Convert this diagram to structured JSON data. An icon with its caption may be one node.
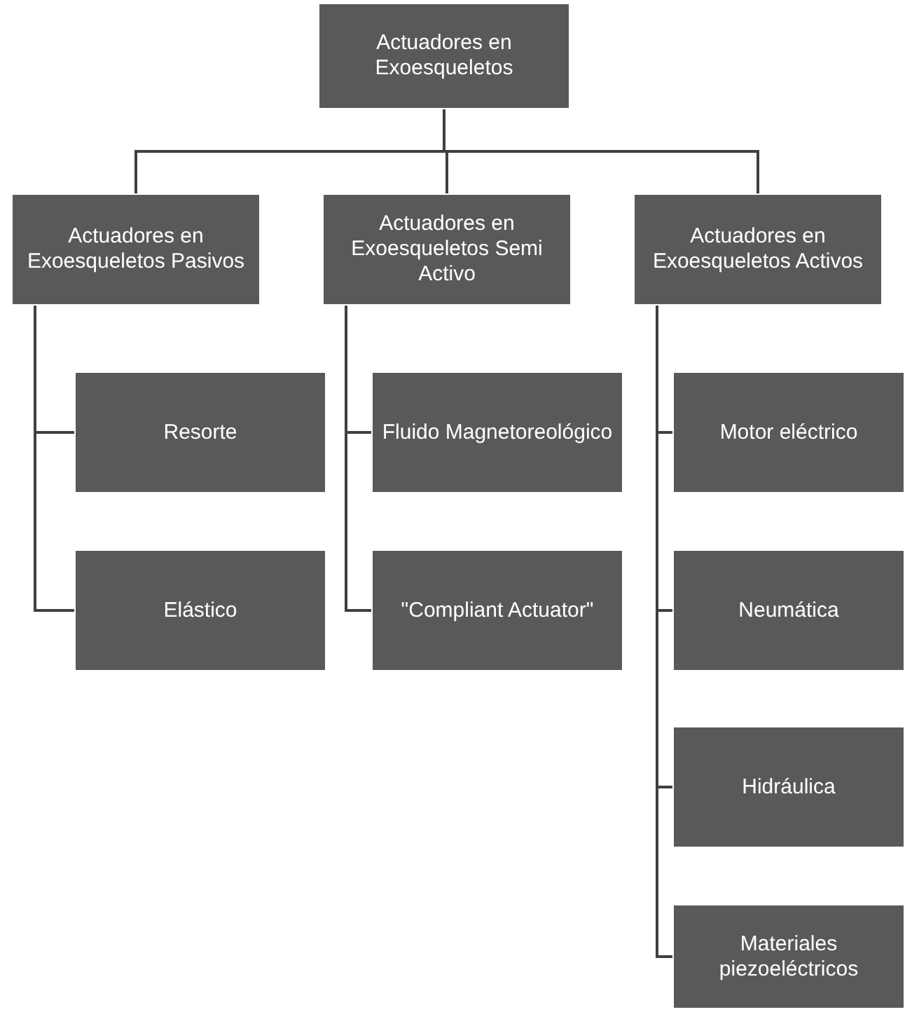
{
  "diagram": {
    "nodes": [
      {
        "text": [
          "Actuadores en Exoesqueletos"
        ]
      },
      {
        "text": [
          "Actuadores en Exoesqueletos Pasivos"
        ]
      },
      {
        "text": [
          "Actuadores en Exoesqueletos Semi Activo"
        ]
      },
      {
        "text": [
          "Actuadores en Exoesqueletos Activos"
        ]
      },
      {
        "text": [
          "Resorte"
        ]
      },
      {
        "text": [
          "Elástico"
        ]
      },
      {
        "text": [
          "Fluido Magnetoreológico"
        ]
      },
      {
        "text": [
          "\"Compliant Actuator\""
        ]
      },
      {
        "text": [
          "Motor eléctrico"
        ]
      },
      {
        "text": [
          "Neumática"
        ]
      },
      {
        "text": [
          "Hidráulica"
        ]
      },
      {
        "text": [
          "Materiales piezoeléctricos"
        ]
      }
    ],
    "edges": [
      {
        "from": 0,
        "to": 1,
        "arrow": "none"
      },
      {
        "from": 0,
        "to": 2,
        "arrow": "none"
      },
      {
        "from": 0,
        "to": 3,
        "arrow": "none"
      },
      {
        "from": 1,
        "to": 4,
        "arrow": "none"
      },
      {
        "from": 1,
        "to": 5,
        "arrow": "none"
      },
      {
        "from": 2,
        "to": 6,
        "arrow": "none"
      },
      {
        "from": 2,
        "to": 7,
        "arrow": "none"
      },
      {
        "from": 3,
        "to": 8,
        "arrow": "none"
      },
      {
        "from": 3,
        "to": 9,
        "arrow": "none"
      },
      {
        "from": 3,
        "to": 10,
        "arrow": "none"
      },
      {
        "from": 3,
        "to": 11,
        "arrow": "none"
      }
    ]
  }
}
